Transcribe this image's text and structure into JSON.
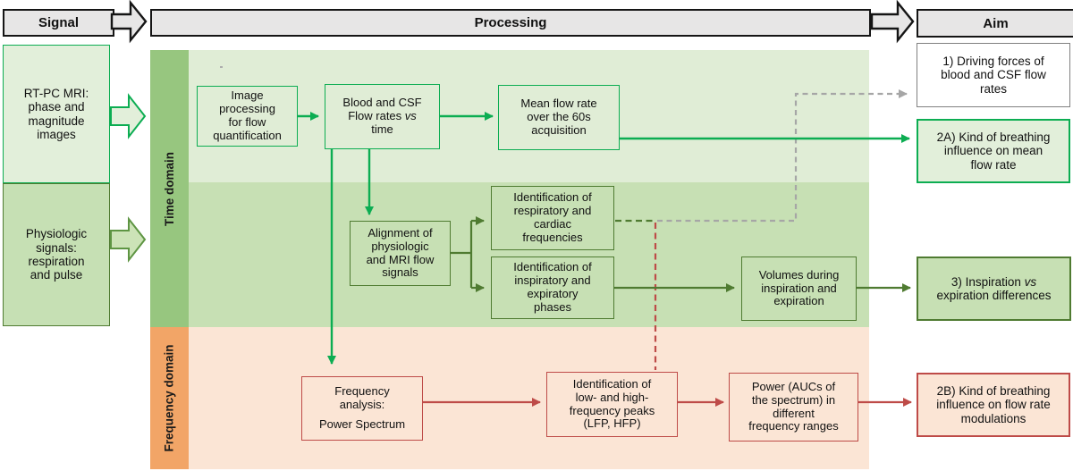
{
  "headers": {
    "signal": "Signal",
    "processing": "Processing",
    "aim": "Aim"
  },
  "signal_column": {
    "rtpc": "RT-PC MRI:\nphase and\nmagnitude\nimages",
    "physiologic": "Physiologic\nsignals:\nrespiration\nand pulse"
  },
  "lanes": {
    "time": "Time domain",
    "frequency": "Frequency domain"
  },
  "processing": {
    "image_processing": "Image\nprocessing\nfor flow\nquantification",
    "blood_csf": {
      "pre": "Blood and CSF\nFlow rates ",
      "vs": "vs",
      "post": "\ntime"
    },
    "mean_flow": "Mean flow rate\nover the 60s\nacquisition",
    "alignment": "Alignment of\nphysiologic\nand MRI flow\nsignals",
    "ident_frequencies": "Identification of\nrespiratory and\ncardiac\nfrequencies",
    "ident_phases": "Identification of\ninspiratory and\nexpiratory\nphases",
    "volumes": "Volumes during\ninspiration and\nexpiration",
    "frequency_analysis": {
      "line1": "Frequency\nanalysis:",
      "line2": "Power Spectrum"
    },
    "ident_peaks": "Identification of\nlow- and high-\nfrequency peaks\n(LFP, HFP)",
    "power_aucs": "Power (AUCs of\nthe spectrum) in\ndifferent\nfrequency ranges"
  },
  "aims": {
    "aim1": "1) Driving forces of\nblood and CSF flow\nrates",
    "aim2a": "2A) Kind of breathing\ninfluence on mean\nflow rate",
    "aim3": {
      "pre": "3) Inspiration ",
      "vs": "vs",
      "post": "\nexpiration differences"
    },
    "aim2b": "2B) Kind of breathing\ninfluence on flow rate\nmodulations"
  },
  "palette": {
    "bright_green": "#0CAD52",
    "dark_green": "#4F7B31",
    "red": "#BE4B48",
    "gray_dashed": "#A6A6A6",
    "band_time_top": "#E0EDD6",
    "band_time_mid": "#C7E0B4",
    "band_frequency": "#FBE5D5",
    "lane_time": "#97C67F",
    "lane_frequency": "#F2A567",
    "header_fill": "#E7E6E6"
  }
}
